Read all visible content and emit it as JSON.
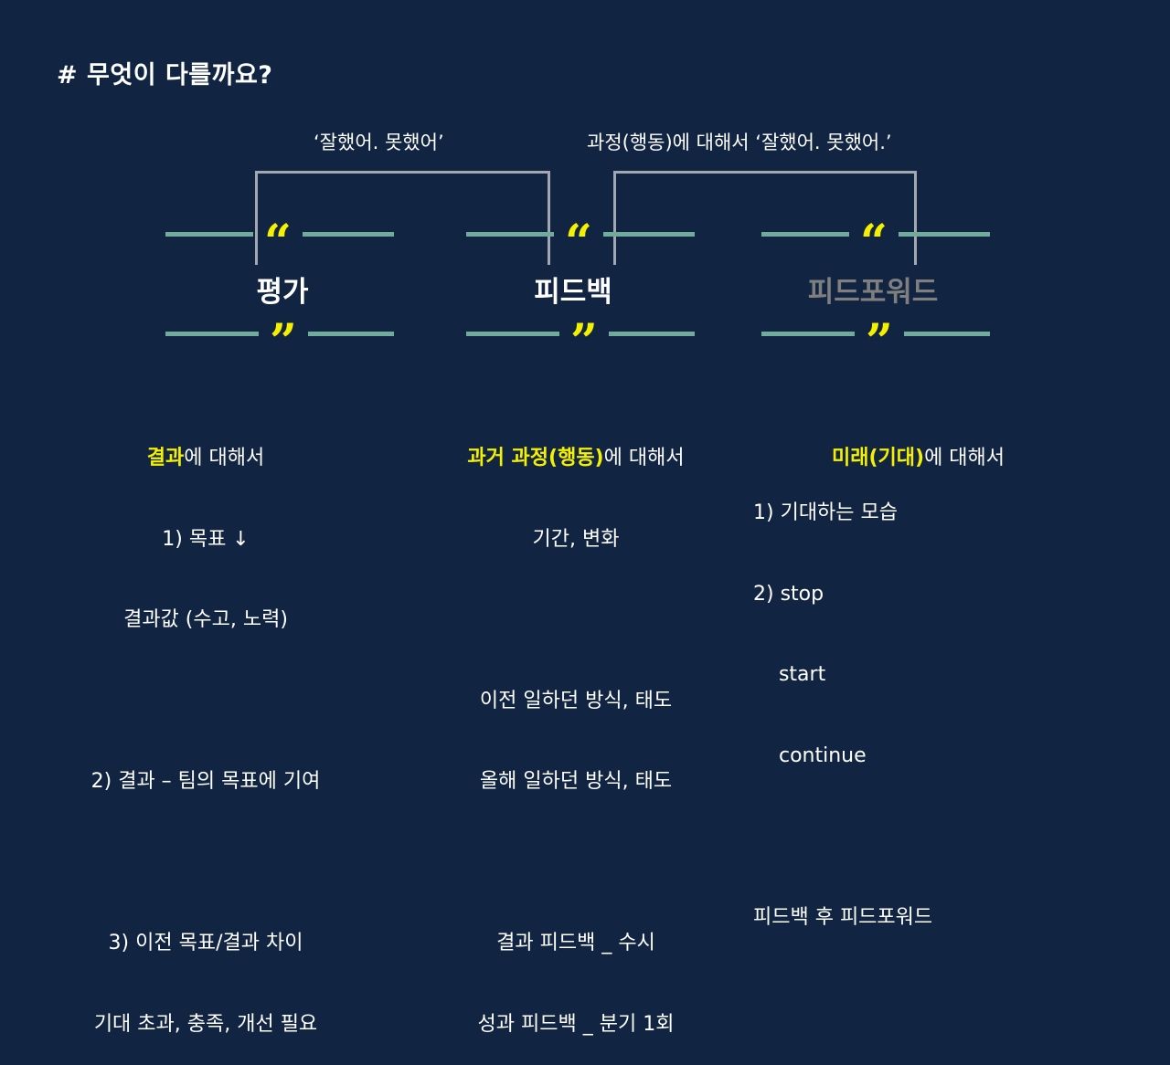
{
  "slide": {
    "title": "# 무엇이 다를까요?",
    "background_color": "#112542",
    "accent_color": "#f5f000",
    "line_color": "#70ab9c",
    "bracket_color": "#a3a8b0"
  },
  "brackets": [
    {
      "caption": "‘잘했어. 못했어’",
      "spans": [
        "평가",
        "피드백"
      ]
    },
    {
      "caption": "과정(행동)에 대해서 ‘잘했어. 못했어.’",
      "spans": [
        "피드백",
        "피드포워드"
      ]
    }
  ],
  "quote_icons": {
    "open": "“",
    "close": "”"
  },
  "columns": [
    {
      "label": "평가",
      "highlight": "결과",
      "heading_rest": "에 대해서",
      "lines": [
        "1) 목표 ↓",
        "결과값 (수고, 노력)",
        "",
        "2) 결과 – 팀의 목표에 기여",
        "",
        "3) 이전 목표/결과 차이",
        "기대 초과, 충족, 개선 필요"
      ]
    },
    {
      "label": "피드백",
      "highlight": "과거 과정(행동)",
      "heading_rest": "에 대해서",
      "lines": [
        "기간, 변화",
        "",
        "이전 일하던 방식, 태도",
        "올해 일하던 방식, 태도",
        "",
        "결과 피드백 _ 수시",
        "성과 피드백 _ 분기 1회"
      ]
    },
    {
      "label": "피드포워드",
      "highlight": "미래(기대)",
      "heading_rest": "에 대해서",
      "lines": [
        "1) 기대하는 모습",
        "2) stop",
        "    start",
        "    continue",
        "",
        "피드백 후 피드포워드"
      ]
    }
  ]
}
